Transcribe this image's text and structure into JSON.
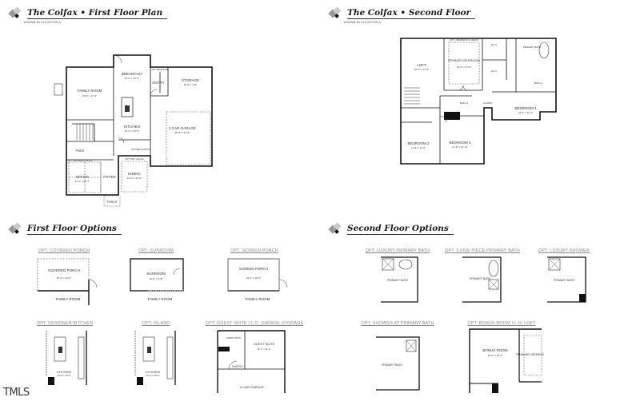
{
  "sections": {
    "first_floor": {
      "title": "The Colfax • First Floor Plan",
      "subtitle": "SHOWN W/ ELEVATION A"
    },
    "second_floor": {
      "title": "The Colfax • Second Floor",
      "subtitle": "SHOWN W/ ELEVATION A"
    },
    "first_options": {
      "title": "First Floor Options"
    },
    "second_options": {
      "title": "Second Floor Options"
    }
  },
  "first_floor_rooms": {
    "family_room": {
      "name": "FAMILY ROOM",
      "size": "16'-9\" x 17'-9\""
    },
    "breakfast": {
      "name": "BREAKFAST",
      "size": "12'-0\" x 10'-3\""
    },
    "kitchen": {
      "name": "KITCHEN",
      "size": "12'-0\" x 15'-9\""
    },
    "entry": {
      "name": "ENTRY"
    },
    "storage": {
      "name": "STORAGE",
      "size": "11'-6\" x 3'-8\""
    },
    "garage": {
      "name": "2 CAR GARAGE",
      "size": "20'-8\" x 22'-8\""
    },
    "powder": {
      "name": "PWDR"
    },
    "office": {
      "name": "OFFICE",
      "size": "11'-0\" x 11'-3\""
    },
    "foyer": {
      "name": "FOYER"
    },
    "dining": {
      "name": "DINING",
      "size": "12'-0\" x 13'-6\""
    },
    "porch": {
      "name": "PORCH"
    },
    "pantry": {
      "name": "BUTLER PANTRY"
    },
    "opt_drop_zone": "OPT. DROP ZONE",
    "opt_tray_ceiling": "OPT. TRAY CEILING",
    "opt_coffered_ceiling": "OPT. COFFERED CEILING"
  },
  "second_floor_rooms": {
    "loft": {
      "name": "LOFT",
      "size": "16'-0\" x 17'-8\""
    },
    "primary_bedroom": {
      "name": "PRIMARY BEDROOM",
      "size": "14'-0\" x 17'-0\""
    },
    "primary_bath": {
      "name": "PRIMARY BATH"
    },
    "wic1": {
      "name": "W.I.C."
    },
    "wic2": {
      "name": "W.I.C."
    },
    "bath2": {
      "name": "BATH 2"
    },
    "bath3": {
      "name": "BATH 3"
    },
    "bedroom2": {
      "name": "BEDROOM 2",
      "size": "11'-6\" x 12'-9\""
    },
    "bedroom3": {
      "name": "BEDROOM 3",
      "size": "11'-0\" x 13'-11\""
    },
    "bedroom4": {
      "name": "BEDROOM 4",
      "size": "14'-0\" x 12'-4\""
    },
    "laundry": {
      "name": "LAUNDRY"
    },
    "linen": {
      "name": "LIN."
    },
    "opt_tray_ceiling": "OPT. 2' DROPPED TRAY CEILING"
  },
  "first_floor_options": [
    {
      "label": "OPT. COVERED PORCH",
      "room": "COVERED PORCH",
      "size": "16'-0\" x 10'-0\"",
      "adjacent": "FAMILY ROOM"
    },
    {
      "label": "OPT. SUNROOM",
      "room": "SUNROOM",
      "size": "16'-0\" x 9'-8\"",
      "adjacent": "FAMILY ROOM"
    },
    {
      "label": "OPT. SCREEN PORCH",
      "room": "SCREEN PORCH",
      "size": "16'-0\" x 10'-0\"",
      "adjacent": "FAMILY ROOM"
    },
    {
      "label": "OPT. DESIGNER KITCHEN",
      "room": "KITCHEN",
      "size": "12'-0\" x 15'-9\""
    },
    {
      "label": "OPT. ISLAND",
      "room": "KITCHEN",
      "size": "12'-0\" x 15'-9\""
    },
    {
      "label": "OPT. GUEST SUITE I.L.O. GARAGE STORAGE",
      "room": "GUEST SUITE",
      "size": "12'-7\" x 11'-0\"",
      "extra": [
        "GUEST BATH",
        "ENTRY",
        "2 CAR GARAGE"
      ]
    }
  ],
  "second_floor_options": [
    {
      "label": "OPT. LUXURY PRIMARY BATH",
      "room": "PRIMARY BATH"
    },
    {
      "label": "OPT. 5 FIVE PIECE PRIMARY BATH",
      "room": "PRIMARY BATH"
    },
    {
      "label": "OPT. LUXURY SHOWER",
      "room": "PRIMARY BATH"
    },
    {
      "label": "OPT. SHOWER AT PRIMARY BATH",
      "room": "PRIMARY BATH"
    },
    {
      "label": "OPT. BONUS ROOM I.L.O. LOFT",
      "room": "BONUS ROOM",
      "size": "16'-0\" x 15'-4\"",
      "adjacent": "PRIMARY BEDROOM"
    }
  ],
  "watermark": "TMLS"
}
